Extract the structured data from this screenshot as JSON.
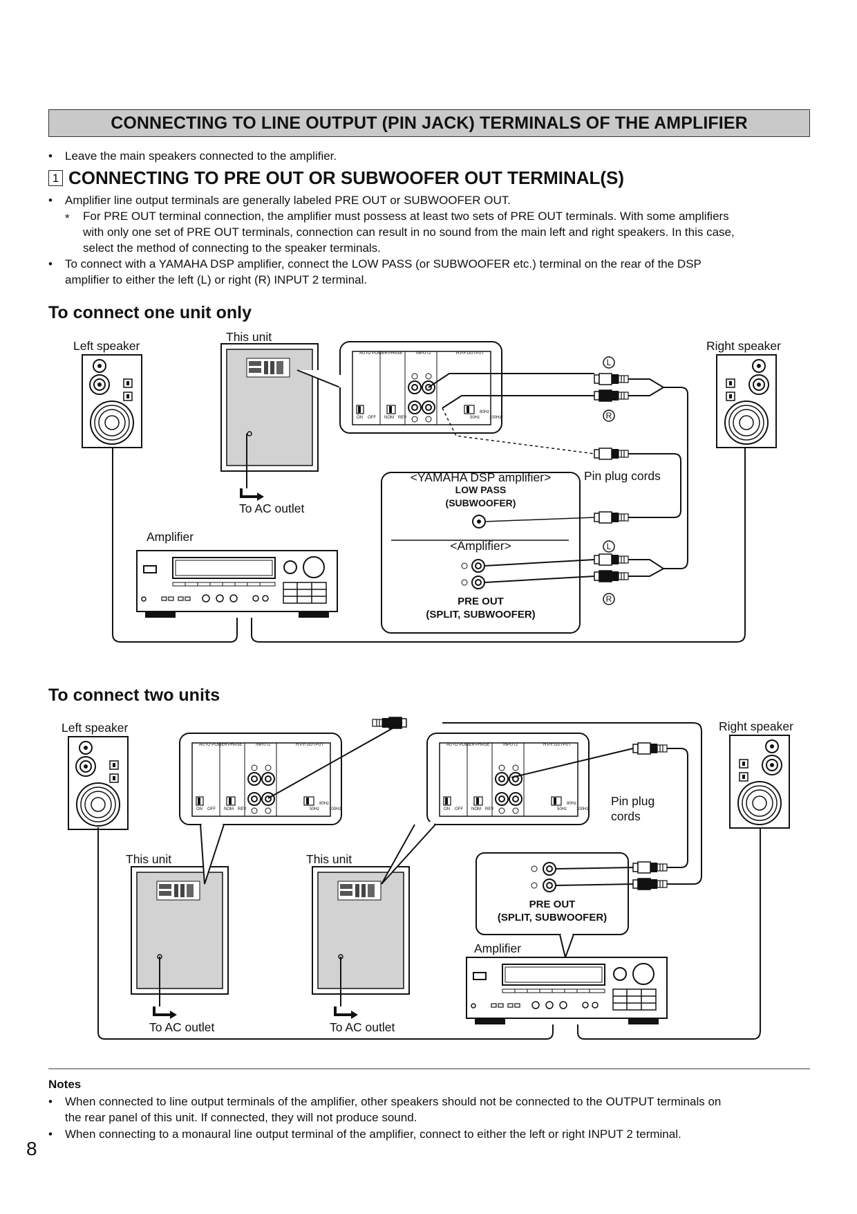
{
  "page": {
    "banner": "CONNECTING TO LINE OUTPUT (PIN JACK) TERMINALS OF THE AMPLIFIER",
    "intro_bullet": "Leave the main speakers connected to the amplifier.",
    "section": {
      "number": "1",
      "title": "CONNECTING TO PRE OUT OR SUBWOOFER OUT TERMINAL(S)",
      "bullet1": "Amplifier line output terminals are generally labeled PRE OUT or SUBWOOFER OUT.",
      "star_mark": "*",
      "star_note_line1": "For PRE OUT terminal connection, the amplifier must possess at least two sets of PRE OUT terminals.  With some amplifiers",
      "star_note_line2": "with only one set of PRE OUT terminals, connection can result in no sound from the main left and right speakers.  In this case,",
      "star_note_line3": "select the method of connecting to the speaker terminals.",
      "bullet2_line1": "To connect with a YAMAHA DSP amplifier, connect the LOW PASS (or SUBWOOFER etc.) terminal on the rear of the DSP",
      "bullet2_line2": "amplifier to either the left (L) or right (R) INPUT 2 terminal."
    },
    "bullet_char": "•",
    "page_number": "8"
  },
  "diagram1": {
    "heading": "To connect one unit only",
    "left_speaker": "Left speaker",
    "right_speaker": "Right speaker",
    "this_unit": "This unit",
    "to_ac_outlet": "To AC outlet",
    "amplifier": "Amplifier",
    "pin_plug_cords": "Pin plug cords",
    "yamaha_dsp": "<YAMAHA DSP amplifier>",
    "low_pass": "LOW PASS",
    "subwoofer_paren": "(SUBWOOFER)",
    "amplifier_bracket": "<Amplifier>",
    "pre_out": "PRE OUT",
    "split_subwoofer": "(SPLIT, SUBWOOFER)",
    "marker_l": "L",
    "marker_r": "R"
  },
  "panel": {
    "auto_power": "AUTO POWER",
    "phase": "PHASE",
    "input2": "INPUT2",
    "hpf_output": "H.P.F.OUTPUT",
    "on": "ON",
    "off": "OFF",
    "nom": "NOM",
    "rev": "REV",
    "hz80": "80Hz",
    "hz50": "50Hz",
    "hz100": "100Hz"
  },
  "diagram2": {
    "heading": "To connect two units",
    "left_speaker": "Left speaker",
    "right_speaker": "Right speaker",
    "this_unit_a": "This unit",
    "this_unit_b": "This unit",
    "to_ac_outlet_a": "To AC outlet",
    "to_ac_outlet_b": "To AC outlet",
    "amplifier": "Amplifier",
    "pin_plug_line1": "Pin plug",
    "pin_plug_line2": "cords",
    "pre_out": "PRE OUT",
    "split_subwoofer": "(SPLIT, SUBWOOFER)"
  },
  "notes": {
    "title": "Notes",
    "note1_line1": "When connected to line output terminals of the amplifier, other speakers should not be connected to the OUTPUT terminals on",
    "note1_line2": "the rear panel of this unit.  If connected, they will not produce sound.",
    "note2": "When connecting to a monaural line output terminal of the amplifier, connect to either the left or right INPUT 2 terminal."
  }
}
